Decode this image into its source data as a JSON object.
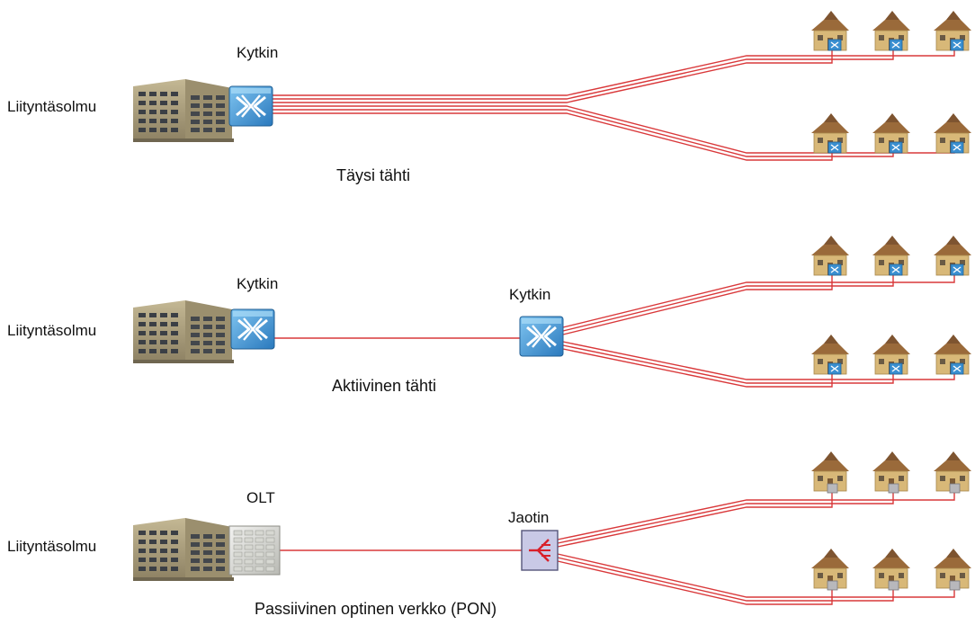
{
  "sections": [
    {
      "node_label": "Liityntäsolmu",
      "device_label": "Kytkin",
      "device_type": "switch",
      "caption": "Täysi tähti",
      "topology": "full-star",
      "houses_per_group": 3,
      "groups": 2
    },
    {
      "node_label": "Liityntäsolmu",
      "device_label": "Kytkin",
      "device_type": "switch",
      "remote_label": "Kytkin",
      "remote_type": "switch",
      "caption": "Aktiivinen tähti",
      "topology": "active-star",
      "houses_per_group": 3,
      "groups": 2
    },
    {
      "node_label": "Liityntäsolmu",
      "device_label": "OLT",
      "device_type": "olt",
      "remote_label": "Jaotin",
      "remote_type": "splitter",
      "caption": "Passiivinen optinen verkko (PON)",
      "topology": "pon",
      "houses_per_group": 3,
      "groups": 2
    }
  ],
  "colors": {
    "fiber": "#d9383a",
    "switch": "#3a8fd0",
    "splitter_bg": "#c9c9e6",
    "splitter_mark": "#d9202a",
    "building": "#a89a78",
    "house_wall": "#d8b878",
    "house_roof": "#9a6a3a"
  }
}
